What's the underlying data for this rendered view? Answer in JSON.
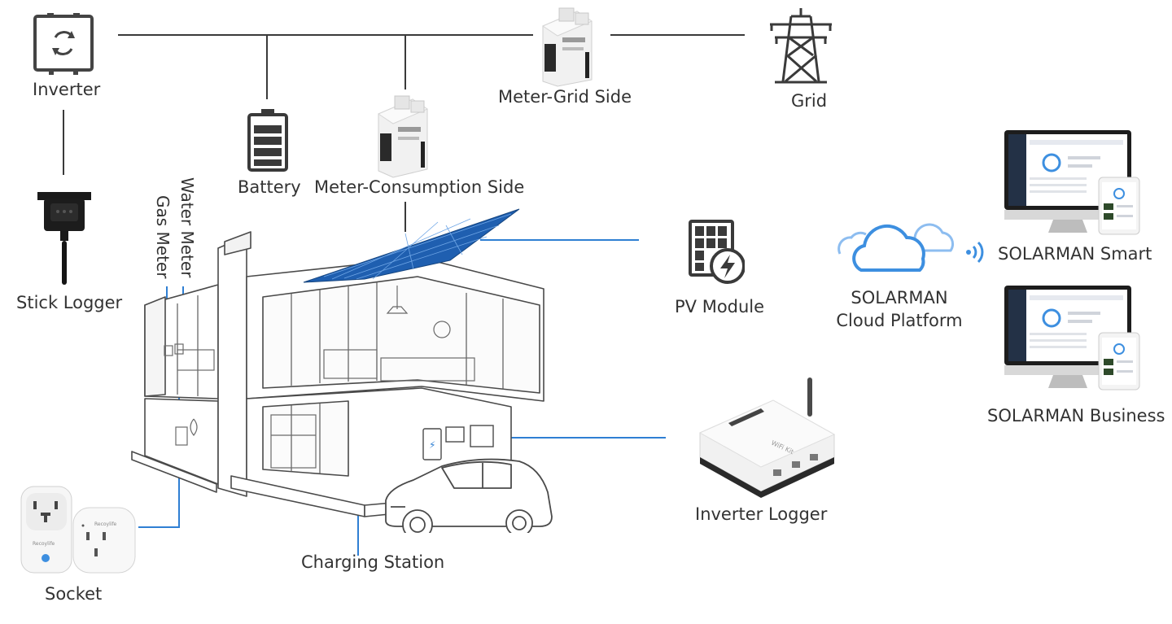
{
  "labels": {
    "inverter": "Inverter",
    "battery": "Battery",
    "meter_consumption": "Meter-Consumption Side",
    "meter_grid": "Meter-Grid Side",
    "grid": "Grid",
    "stick_logger": "Stick Logger",
    "water_meter": "Water Meter",
    "gas_meter": "Gas Meter",
    "pv_module": "PV Module",
    "cloud_platform_line1": "SOLARMAN",
    "cloud_platform_line2": "Cloud Platform",
    "solarman_smart": "SOLARMAN Smart",
    "solarman_business": "SOLARMAN Business",
    "inverter_logger": "Inverter Logger",
    "charging_station": "Charging Station",
    "socket": "Socket",
    "socket_brand": "Recoylife",
    "wifi_kit": "WiFi Kit"
  },
  "icons": {
    "inverter": "inverter-icon",
    "battery": "battery-icon",
    "meter": "din-meter-icon",
    "grid": "transmission-tower-icon",
    "stick_logger": "stick-logger-icon",
    "pv_module": "solar-panel-icon",
    "cloud": "cloud-icon",
    "wireless": "wireless-signal-icon",
    "monitor": "monitor-icon",
    "tablet": "tablet-icon",
    "house": "house-icon",
    "car": "car-icon",
    "socket": "smart-socket-icon",
    "logger": "inverter-logger-icon"
  },
  "colors": {
    "wire_dark": "#3a3a3a",
    "wire_blue": "#2f7fd3",
    "cloud_blue": "#3d8fe0",
    "solar_blue": "#1f5fb0",
    "text": "#333333"
  }
}
